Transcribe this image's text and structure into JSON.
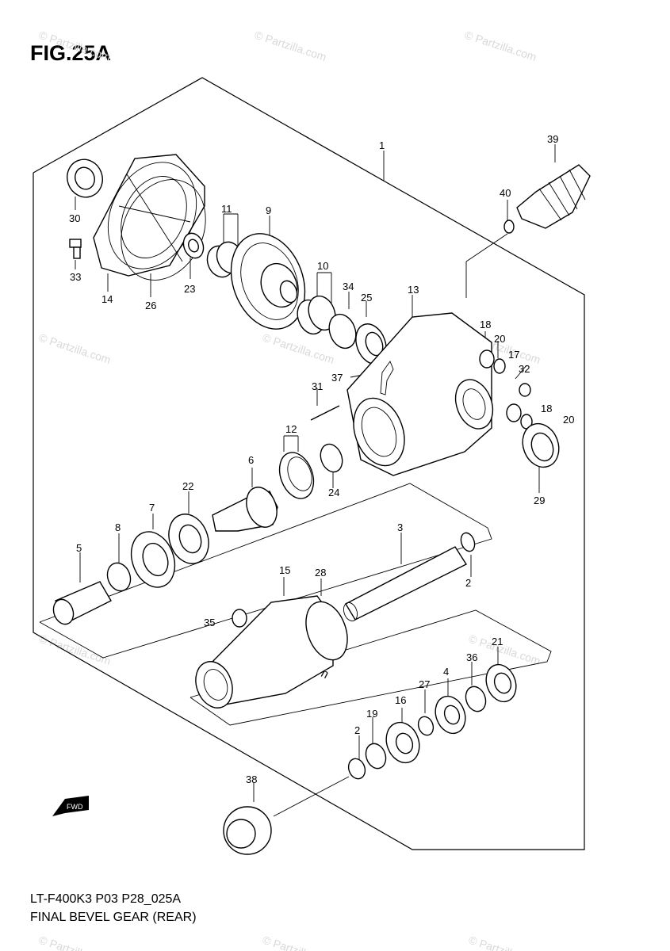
{
  "figure": {
    "title": "FIG.25A",
    "code": "LT-F400K3 P03 P28_025A",
    "name": "FINAL BEVEL GEAR (REAR)"
  },
  "watermark": {
    "text": "© Partzilla.com"
  },
  "front_marker": {
    "text": "FWD"
  },
  "callouts": [
    "1",
    "2",
    "2",
    "3",
    "4",
    "5",
    "6",
    "7",
    "8",
    "9",
    "10",
    "11",
    "12",
    "13",
    "14",
    "15",
    "16",
    "17",
    "18",
    "18",
    "19",
    "20",
    "20",
    "21",
    "22",
    "23",
    "24",
    "25",
    "26",
    "27",
    "28",
    "29",
    "30",
    "31",
    "32",
    "33",
    "34",
    "35",
    "36",
    "37",
    "38",
    "39",
    "40"
  ]
}
